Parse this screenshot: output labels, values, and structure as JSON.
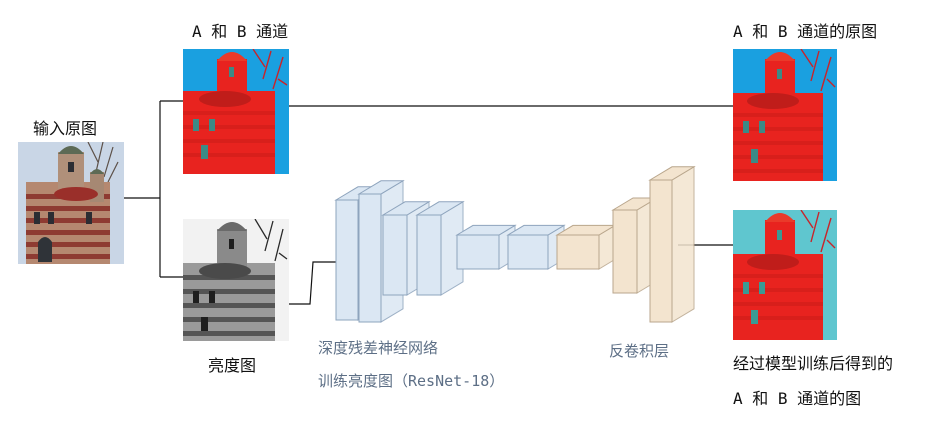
{
  "labels": {
    "input_original": "输入原图",
    "ab_channels": "A 和 B 通道",
    "luminance": "亮度图",
    "ab_original": "A 和 B 通道的原图",
    "resnet_line1": "深度残差神经网络",
    "resnet_line2": "训练亮度图（ResNet-18）",
    "deconv": "反卷积层",
    "result_line1": "经过模型训练后得到的",
    "result_line2": "A 和 B 通道的图"
  },
  "colors": {
    "ab_red": "#e8231f",
    "ab_blue": "#1aa0e0",
    "ab_teal": "#5fc6cf",
    "resnet_face": "#dbe7f3",
    "resnet_edge": "#8ea4bd",
    "deconv_face": "#f3e4cf",
    "deconv_edge": "#b9a68c"
  }
}
